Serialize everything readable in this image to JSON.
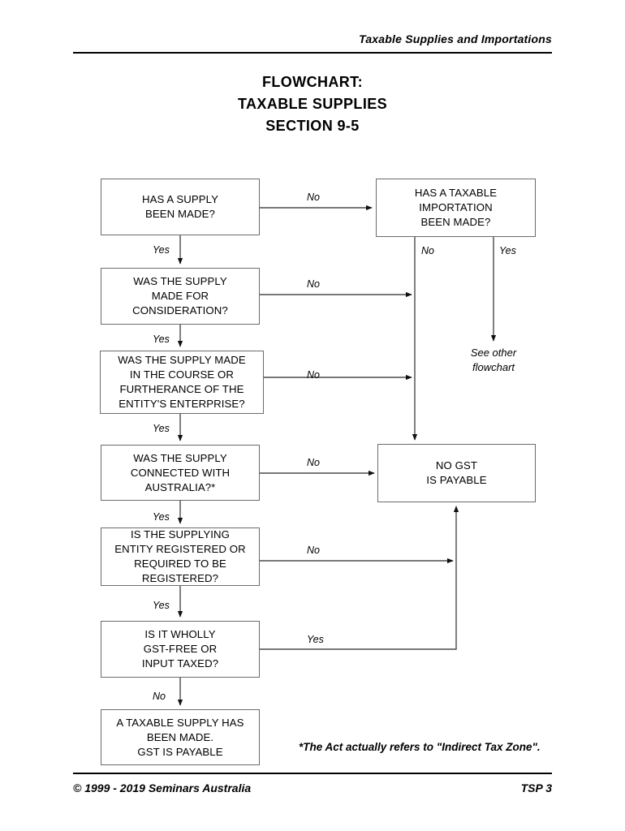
{
  "page": {
    "header_title": "Taxable Supplies and Importations",
    "title_lines": [
      "FLOWCHART:",
      "TAXABLE SUPPLIES",
      "SECTION 9-5"
    ],
    "footer_left": "© 1999 - 2019 Seminars Australia",
    "footer_right": "TSP 3",
    "footnote": "*The Act actually refers to \"Indirect Tax Zone\"."
  },
  "chart_data": {
    "type": "diagram",
    "title": "FLOWCHART: TAXABLE SUPPLIES SECTION 9-5",
    "nodes": [
      {
        "id": "supply_made",
        "label": "HAS A SUPPLY\nBEEN MADE?"
      },
      {
        "id": "taxable_import",
        "label": "HAS A TAXABLE\nIMPORTATION\nBEEN MADE?"
      },
      {
        "id": "consideration",
        "label": "WAS THE SUPPLY\nMADE FOR\nCONSIDERATION?"
      },
      {
        "id": "enterprise",
        "label": "WAS THE SUPPLY MADE\nIN THE COURSE OR\nFURTHERANCE OF THE\nENTITY'S ENTERPRISE?"
      },
      {
        "id": "connected",
        "label": "WAS THE SUPPLY\nCONNECTED WITH\nAUSTRALIA?*"
      },
      {
        "id": "registered",
        "label": "IS THE SUPPLYING\nENTITY REGISTERED OR\nREQUIRED TO BE\nREGISTERED?"
      },
      {
        "id": "gst_free",
        "label": "IS IT WHOLLY\nGST-FREE OR\nINPUT TAXED?"
      },
      {
        "id": "taxable_supply",
        "label": "A TAXABLE SUPPLY HAS\nBEEN MADE.\nGST IS PAYABLE"
      },
      {
        "id": "no_gst",
        "label": "NO GST\nIS PAYABLE"
      }
    ],
    "edges": [
      {
        "from": "supply_made",
        "to": "taxable_import",
        "label": "No"
      },
      {
        "from": "supply_made",
        "to": "consideration",
        "label": "Yes"
      },
      {
        "from": "taxable_import",
        "to": "no_gst",
        "label": "No"
      },
      {
        "from": "taxable_import",
        "to": "see_other",
        "label": "Yes"
      },
      {
        "from": "consideration",
        "to": "no_gst",
        "label": "No"
      },
      {
        "from": "consideration",
        "to": "enterprise",
        "label": "Yes"
      },
      {
        "from": "enterprise",
        "to": "no_gst",
        "label": "No"
      },
      {
        "from": "enterprise",
        "to": "connected",
        "label": "Yes"
      },
      {
        "from": "connected",
        "to": "no_gst",
        "label": "No"
      },
      {
        "from": "connected",
        "to": "registered",
        "label": "Yes"
      },
      {
        "from": "registered",
        "to": "no_gst",
        "label": "No"
      },
      {
        "from": "registered",
        "to": "gst_free",
        "label": "Yes"
      },
      {
        "from": "gst_free",
        "to": "no_gst",
        "label": "Yes"
      },
      {
        "from": "gst_free",
        "to": "taxable_supply",
        "label": "No"
      }
    ],
    "annotations": [
      {
        "id": "see_other",
        "text": "See other\nflowchart"
      }
    ]
  },
  "labels": {
    "e1_no": "No",
    "e1_yes": "Yes",
    "e2_no": "No",
    "e2_yes": "Yes",
    "e3_no": "No",
    "e3_yes": "Yes",
    "e4_no": "No",
    "e4_yes": "Yes",
    "e5_no": "No",
    "e5_yes": "Yes",
    "e6_yes": "Yes",
    "e6_no": "No",
    "imp_no": "No",
    "imp_yes": "Yes",
    "see_other": "See other\nflowchart"
  }
}
